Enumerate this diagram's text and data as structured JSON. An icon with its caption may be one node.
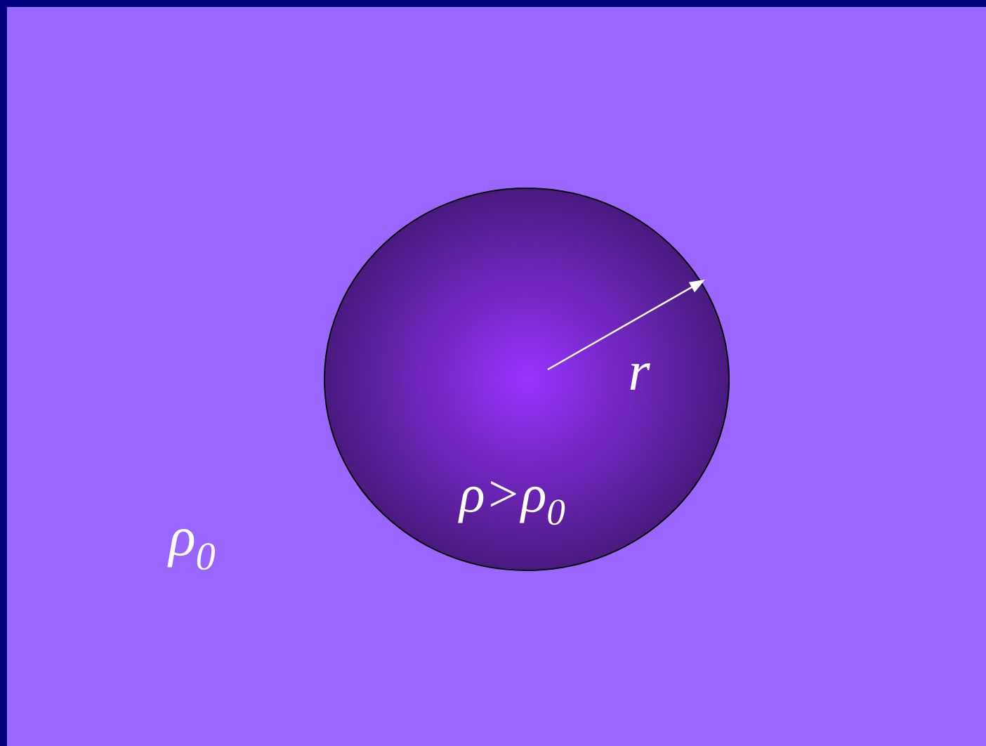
{
  "diagram": {
    "nodes": [
      {
        "text": [
          "ρ>ρ$_{0}$"
        ]
      }
    ],
    "labels": [
      "r",
      "ρ$_{0}$"
    ]
  }
}
